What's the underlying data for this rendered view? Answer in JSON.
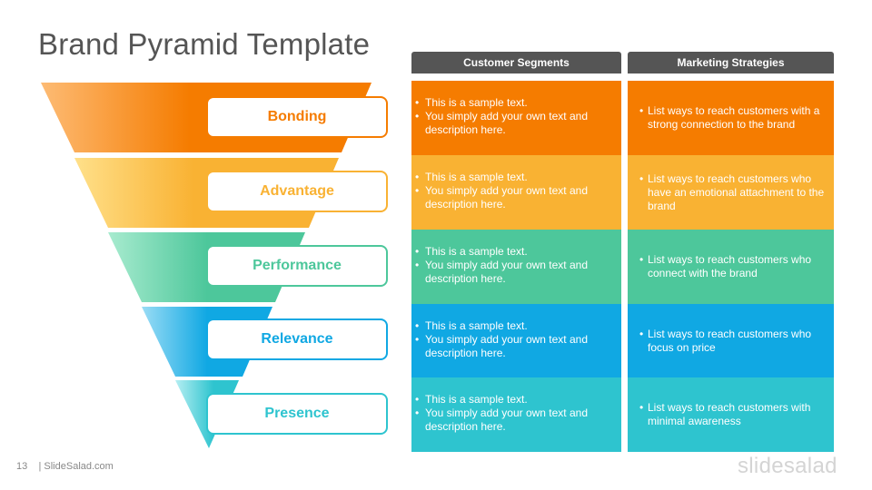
{
  "title": "Brand Pyramid Template",
  "columns": {
    "customer_segments": "Customer Segments",
    "marketing_strategies": "Marketing Strategies"
  },
  "levels": [
    {
      "label": "Bonding",
      "color": "#F57C00",
      "customer_segments": [
        "This is a sample text.",
        "You simply add your own text and description here."
      ],
      "marketing_strategy": "List ways to reach customers with a strong connection to the brand"
    },
    {
      "label": "Advantage",
      "color": "#F9B233",
      "customer_segments": [
        "This is a sample text.",
        "You simply add your own text and description here."
      ],
      "marketing_strategy": "List ways to reach customers who have an emotional attachment to the brand"
    },
    {
      "label": "Performance",
      "color": "#4DC79B",
      "customer_segments": [
        "This is a sample text.",
        "You simply add your own text and description here."
      ],
      "marketing_strategy": "List ways to reach customers who connect with the brand"
    },
    {
      "label": "Relevance",
      "color": "#10A8E3",
      "customer_segments": [
        "This is a sample text.",
        "You simply add your own text and description here."
      ],
      "marketing_strategy": "List ways to reach customers who focus on price"
    },
    {
      "label": "Presence",
      "color": "#2EC4CF",
      "customer_segments": [
        "This is a sample text.",
        "You simply add your own text and description here."
      ],
      "marketing_strategy": "List ways to reach customers with minimal awareness"
    }
  ],
  "footer": {
    "page_number": "13",
    "source": "| SlideSalad.com"
  },
  "watermark": "slidesalad"
}
